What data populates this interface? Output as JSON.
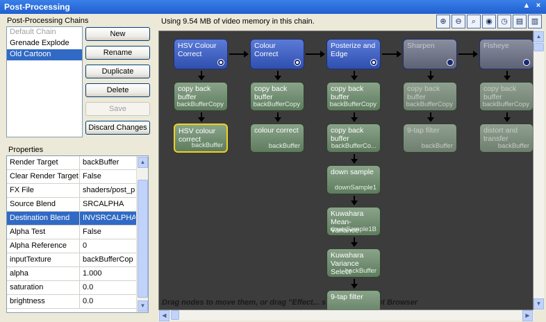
{
  "window": {
    "title": "Post-Processing",
    "buttons": [
      "▲",
      "×"
    ]
  },
  "chains": {
    "label": "Post-Processing Chains",
    "items": [
      {
        "label": "Default Chain",
        "state": "disabled"
      },
      {
        "label": "Grenade Explode",
        "state": "normal"
      },
      {
        "label": "Old Cartoon",
        "state": "selected"
      }
    ],
    "buttons": {
      "new": "New",
      "rename": "Rename",
      "duplicate": "Duplicate",
      "delete": "Delete",
      "save": "Save",
      "discard": "Discard Changes"
    }
  },
  "properties": {
    "label": "Properties",
    "rows": [
      {
        "name": "Render Target",
        "value": "backBuffer"
      },
      {
        "name": "Clear Render Target",
        "value": "False"
      },
      {
        "name": "FX File",
        "value": "shaders/post_p"
      },
      {
        "name": "Source Blend",
        "value": "SRCALPHA"
      },
      {
        "name": "Destination Blend",
        "value": "INVSRCALPHA",
        "selected": true
      },
      {
        "name": "Alpha Test",
        "value": "False"
      },
      {
        "name": "Alpha Reference",
        "value": "0"
      },
      {
        "name": "inputTexture",
        "value": "backBufferCop"
      },
      {
        "name": "alpha",
        "value": "1.000"
      },
      {
        "name": "saturation",
        "value": "0.0"
      },
      {
        "name": "brightness",
        "value": "0.0"
      }
    ]
  },
  "toolbar": {
    "memory_text": "Using 9.54 MB of video memory in this chain.",
    "tools": [
      "zoom-in-icon",
      "zoom-out-icon",
      "zoom-fit-icon",
      "view-icon",
      "clock-icon",
      "panel-icon",
      "delete-icon"
    ]
  },
  "graph": {
    "effects": [
      {
        "name": "HSV Colour Correct",
        "enabled": true,
        "radio_on": true
      },
      {
        "name": "Colour Correct",
        "enabled": true,
        "radio_on": true
      },
      {
        "name": "Posterize and Edge",
        "enabled": true,
        "radio_on": true
      },
      {
        "name": "Sharpen",
        "enabled": false,
        "radio_on": false
      },
      {
        "name": "Fisheye",
        "enabled": false,
        "radio_on": false
      }
    ],
    "passes": [
      [
        {
          "name": "copy back buffer",
          "target": "backBufferCopy"
        },
        {
          "name": "HSV colour correct",
          "target": "backBuffer",
          "highlighted": true
        }
      ],
      [
        {
          "name": "copy back buffer",
          "target": "backBufferCopy"
        },
        {
          "name": "colour correct",
          "target": "backBuffer"
        }
      ],
      [
        {
          "name": "copy back buffer",
          "target": "backBufferCopy"
        },
        {
          "name": "copy back buffer",
          "target": "backBufferCo..."
        },
        {
          "name": "down sample",
          "target": "downSample1"
        },
        {
          "name": "Kuwahara Mean-Variance",
          "target": "downSample1B"
        },
        {
          "name": "Kuwahara Variance Select",
          "target": "backBuffer"
        },
        {
          "name": "9-tap filter",
          "target": ""
        }
      ],
      [
        {
          "name": "copy back buffer",
          "target": "backBufferCopy"
        },
        {
          "name": "9-tap filter",
          "target": "backBuffer"
        }
      ],
      [
        {
          "name": "copy back buffer",
          "target": "backBufferCopy"
        },
        {
          "name": "distort and transfer",
          "target": "backBuffer"
        }
      ]
    ],
    "hint": "Drag nodes to move them, or drag \"Effect... s\" from the Asset Browser"
  },
  "colors": {
    "effect_blue": "#3a5bc0",
    "pass_green": "#6f8c6f",
    "canvas_bg": "#3c3c3c",
    "highlight": "#f2d21c",
    "selection": "#316ac5"
  }
}
